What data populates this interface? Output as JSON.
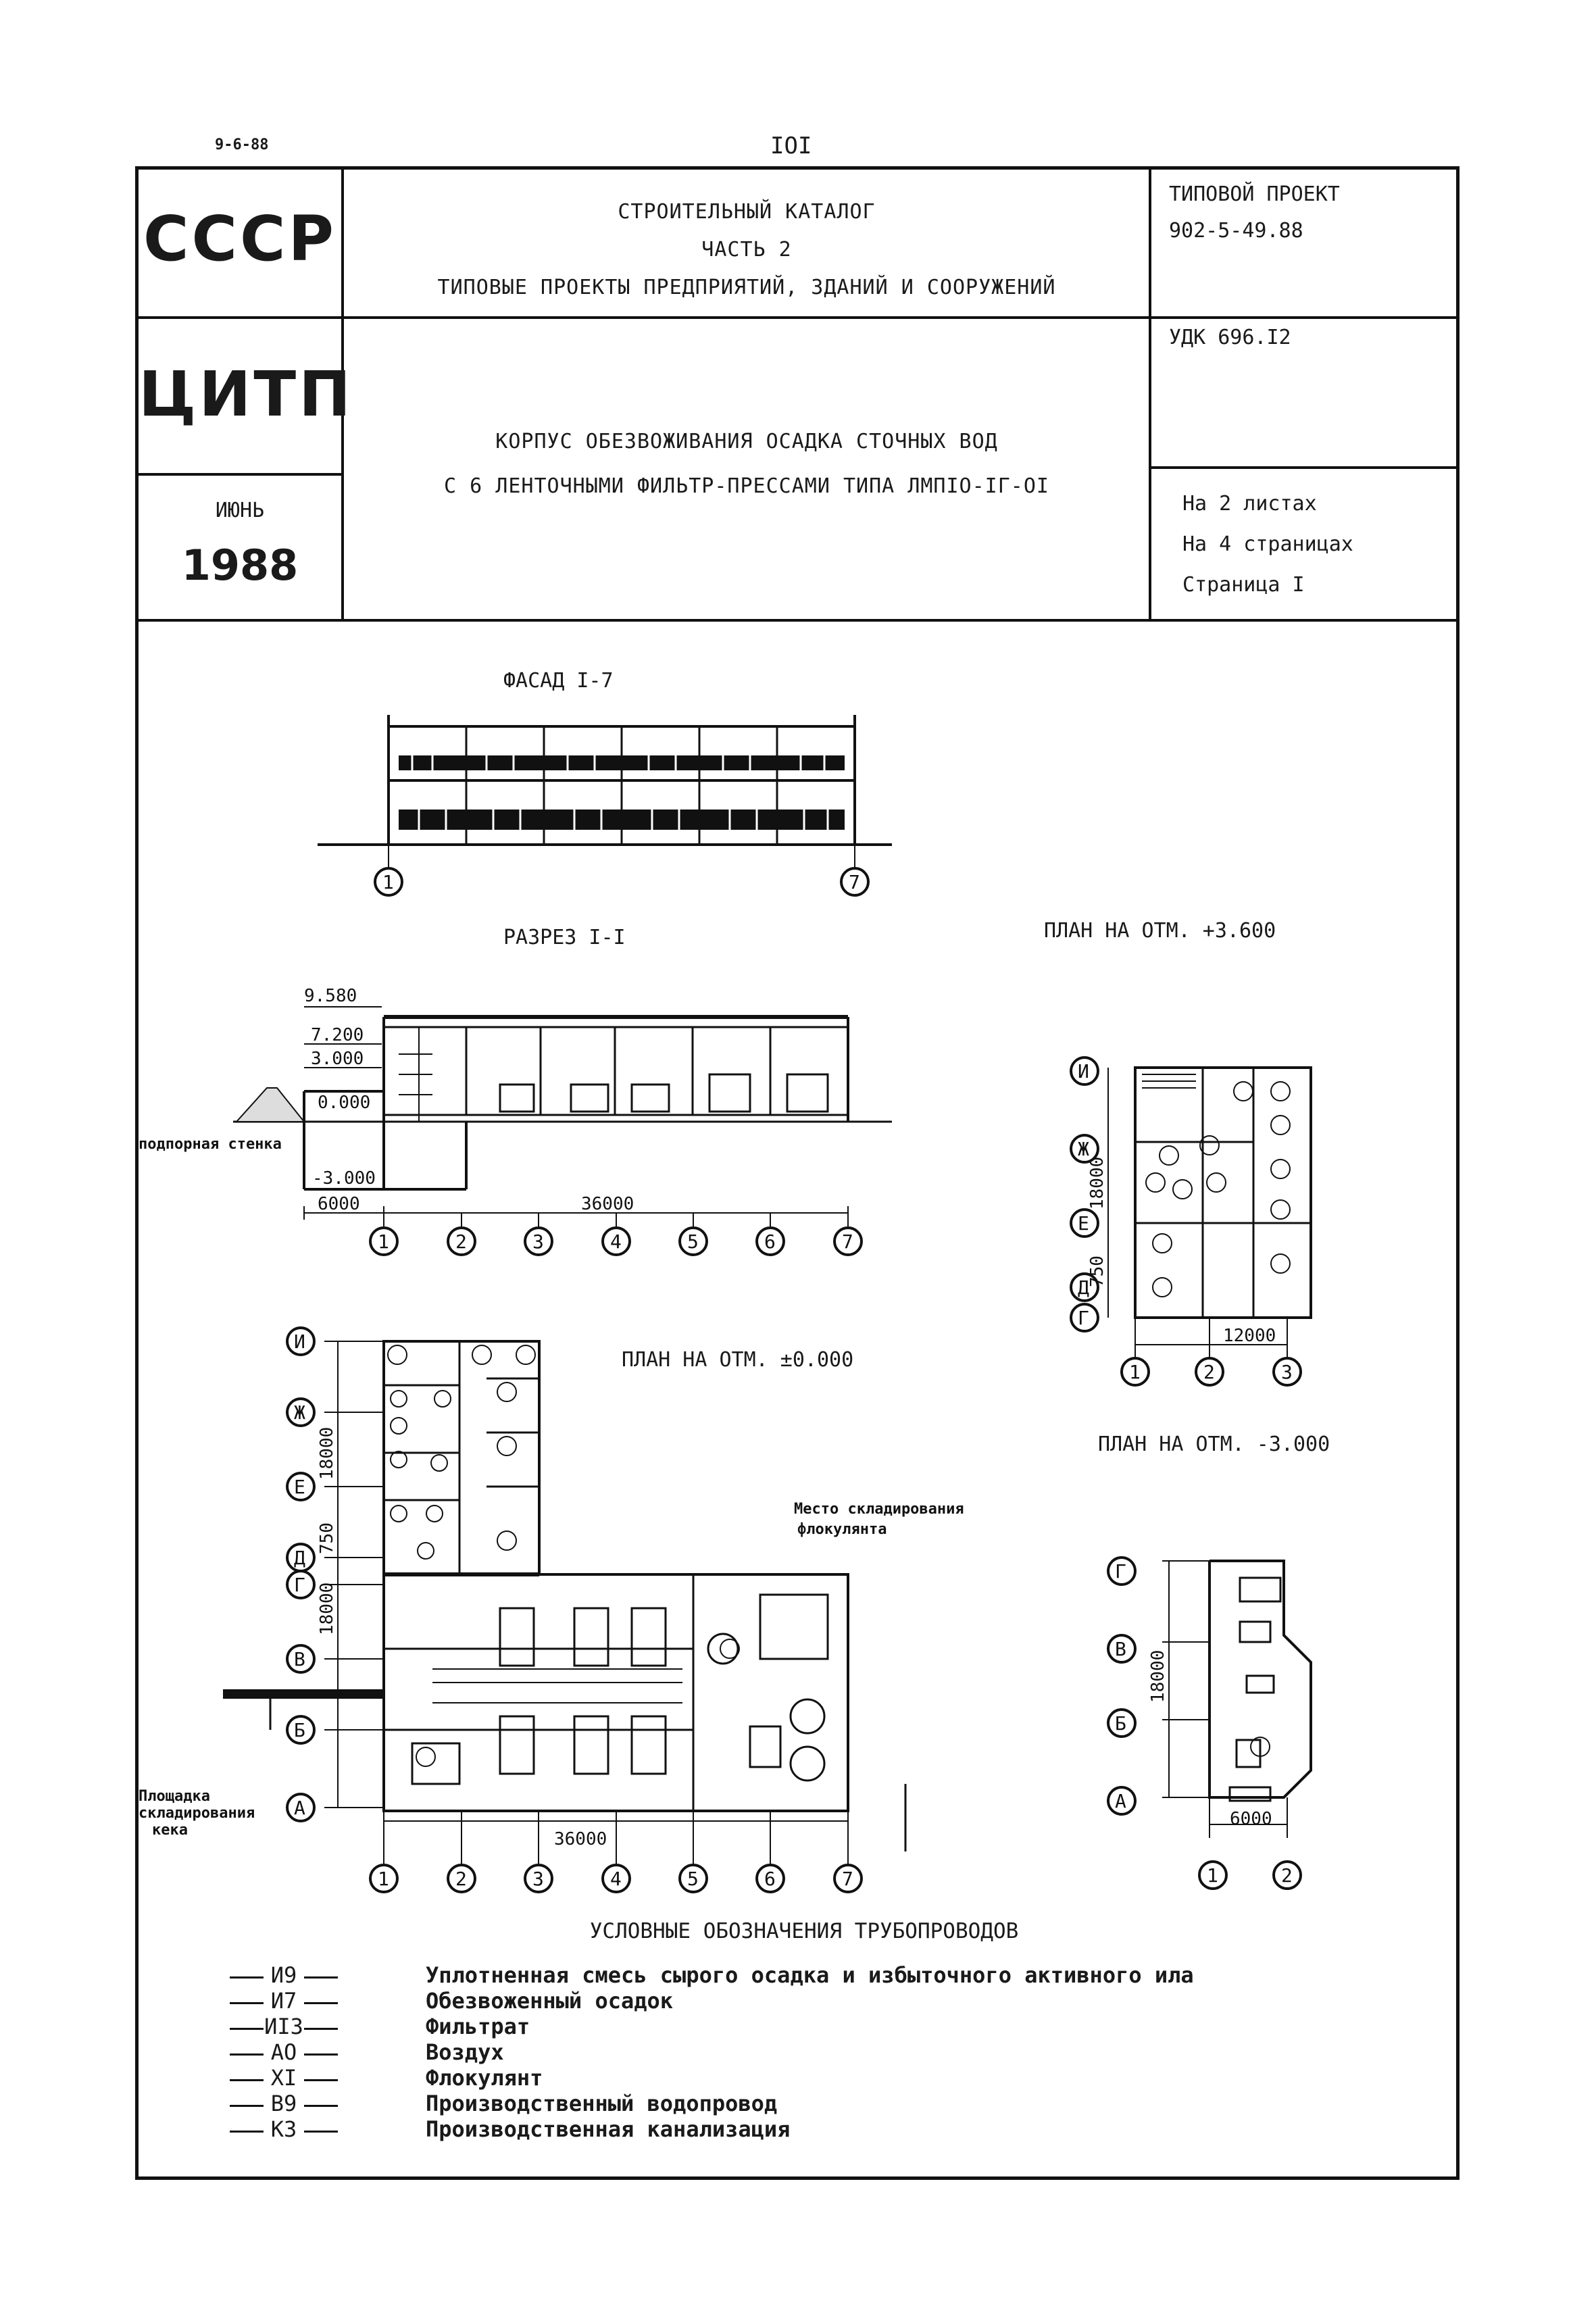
{
  "top": {
    "date": "9-6-88",
    "page_number": "IOI"
  },
  "header": {
    "org_left": "СССР",
    "org_left2": "ЦИТП",
    "month": "ИЮНЬ",
    "year": "1988",
    "catalog_line1": "СТРОИТЕЛЬНЫЙ КАТАЛОГ",
    "catalog_line2": "ЧАСТЬ 2",
    "catalog_line3": "ТИПОВЫЕ ПРОЕКТЫ ПРЕДПРИЯТИЙ, ЗДАНИЙ И СООРУЖЕНИЙ",
    "project_label": "ТИПОВОЙ ПРОЕКТ",
    "project_code": "902-5-49.88",
    "udk": "УДК 696.I2",
    "title_line1": "КОРПУС ОБЕЗВОЖИВАНИЯ ОСАДКА СТОЧНЫХ ВОД",
    "title_line2": "С 6 ЛЕНТОЧНЫМИ ФИЛЬТР-ПРЕССАМИ ТИПА ЛМПIO-IГ-OI",
    "sheets": "На 2 листах",
    "pages": "На 4 страницах",
    "page": "Страница I"
  },
  "drawings": {
    "facade_title": "ФАСАД I-7",
    "section_title": "РАЗРЕЗ I-I",
    "plan_upper_title": "ПЛАН НА ОТМ. +3.600",
    "plan_ground_title": "ПЛАН НА ОТМ. ±0.000",
    "plan_lower_title": "ПЛАН НА ОТМ. -3.000",
    "flocculant_storage": "Место складирования",
    "flocculant_storage2": "флокулянта",
    "cake_storage1": "Площадка",
    "cake_storage2": "складирования",
    "cake_storage3": "кека",
    "retaining_wall": "подпорная стенка",
    "dim_36000": "36000",
    "dim_18000": "18000",
    "dim_12000": "12000",
    "dim_6000": "6000",
    "dim_750": "750",
    "level_9580": "9.580",
    "level_7200": "7.200",
    "level_3000": "3.000",
    "level_0000": "0.000",
    "level_m3000": "-3.000",
    "axes_num": [
      "1",
      "2",
      "3",
      "4",
      "5",
      "6",
      "7"
    ],
    "axes_let": [
      "И",
      "Ж",
      "Е",
      "Д",
      "Г",
      "В",
      "Б",
      "А"
    ]
  },
  "legend": {
    "title": "УСЛОВНЫЕ ОБОЗНАЧЕНИЯ ТРУБОПРОВОДОВ",
    "items": [
      {
        "code": "И9",
        "text": "Уплотненная смесь сырого осадка и избыточного активного ила"
      },
      {
        "code": "И7",
        "text": "Обезвоженный осадок"
      },
      {
        "code": "ИI3",
        "text": "Фильтрат"
      },
      {
        "code": "АО",
        "text": "Воздух"
      },
      {
        "code": "ХI",
        "text": "Флокулянт"
      },
      {
        "code": "В9",
        "text": "Производственный водопровод"
      },
      {
        "code": "К3",
        "text": "Производственная канализация"
      }
    ]
  }
}
